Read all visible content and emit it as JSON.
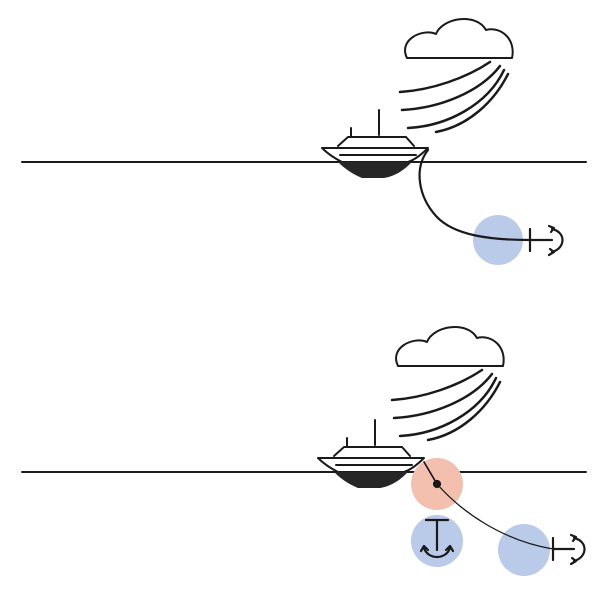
{
  "colors": {
    "ink": "#1a1a1a",
    "hull_dark": "#262626",
    "anchor_zone": "#b9cbe9",
    "danger_zone": "#f3bfae",
    "background": "#ffffff"
  },
  "scenes": [
    {
      "id": "top",
      "icons": [
        "cloud-icon",
        "wind-icon",
        "boat-icon",
        "anchor-icon"
      ],
      "anchors": [
        {
          "state": "dragged",
          "zone_color": "blue"
        }
      ],
      "danger_zone": false
    },
    {
      "id": "bottom",
      "icons": [
        "cloud-icon",
        "wind-icon",
        "boat-icon",
        "anchor-icon",
        "anchor-icon"
      ],
      "anchors": [
        {
          "state": "dragged",
          "zone_color": "blue"
        },
        {
          "state": "holding",
          "zone_color": "blue"
        }
      ],
      "danger_zone": true
    }
  ]
}
